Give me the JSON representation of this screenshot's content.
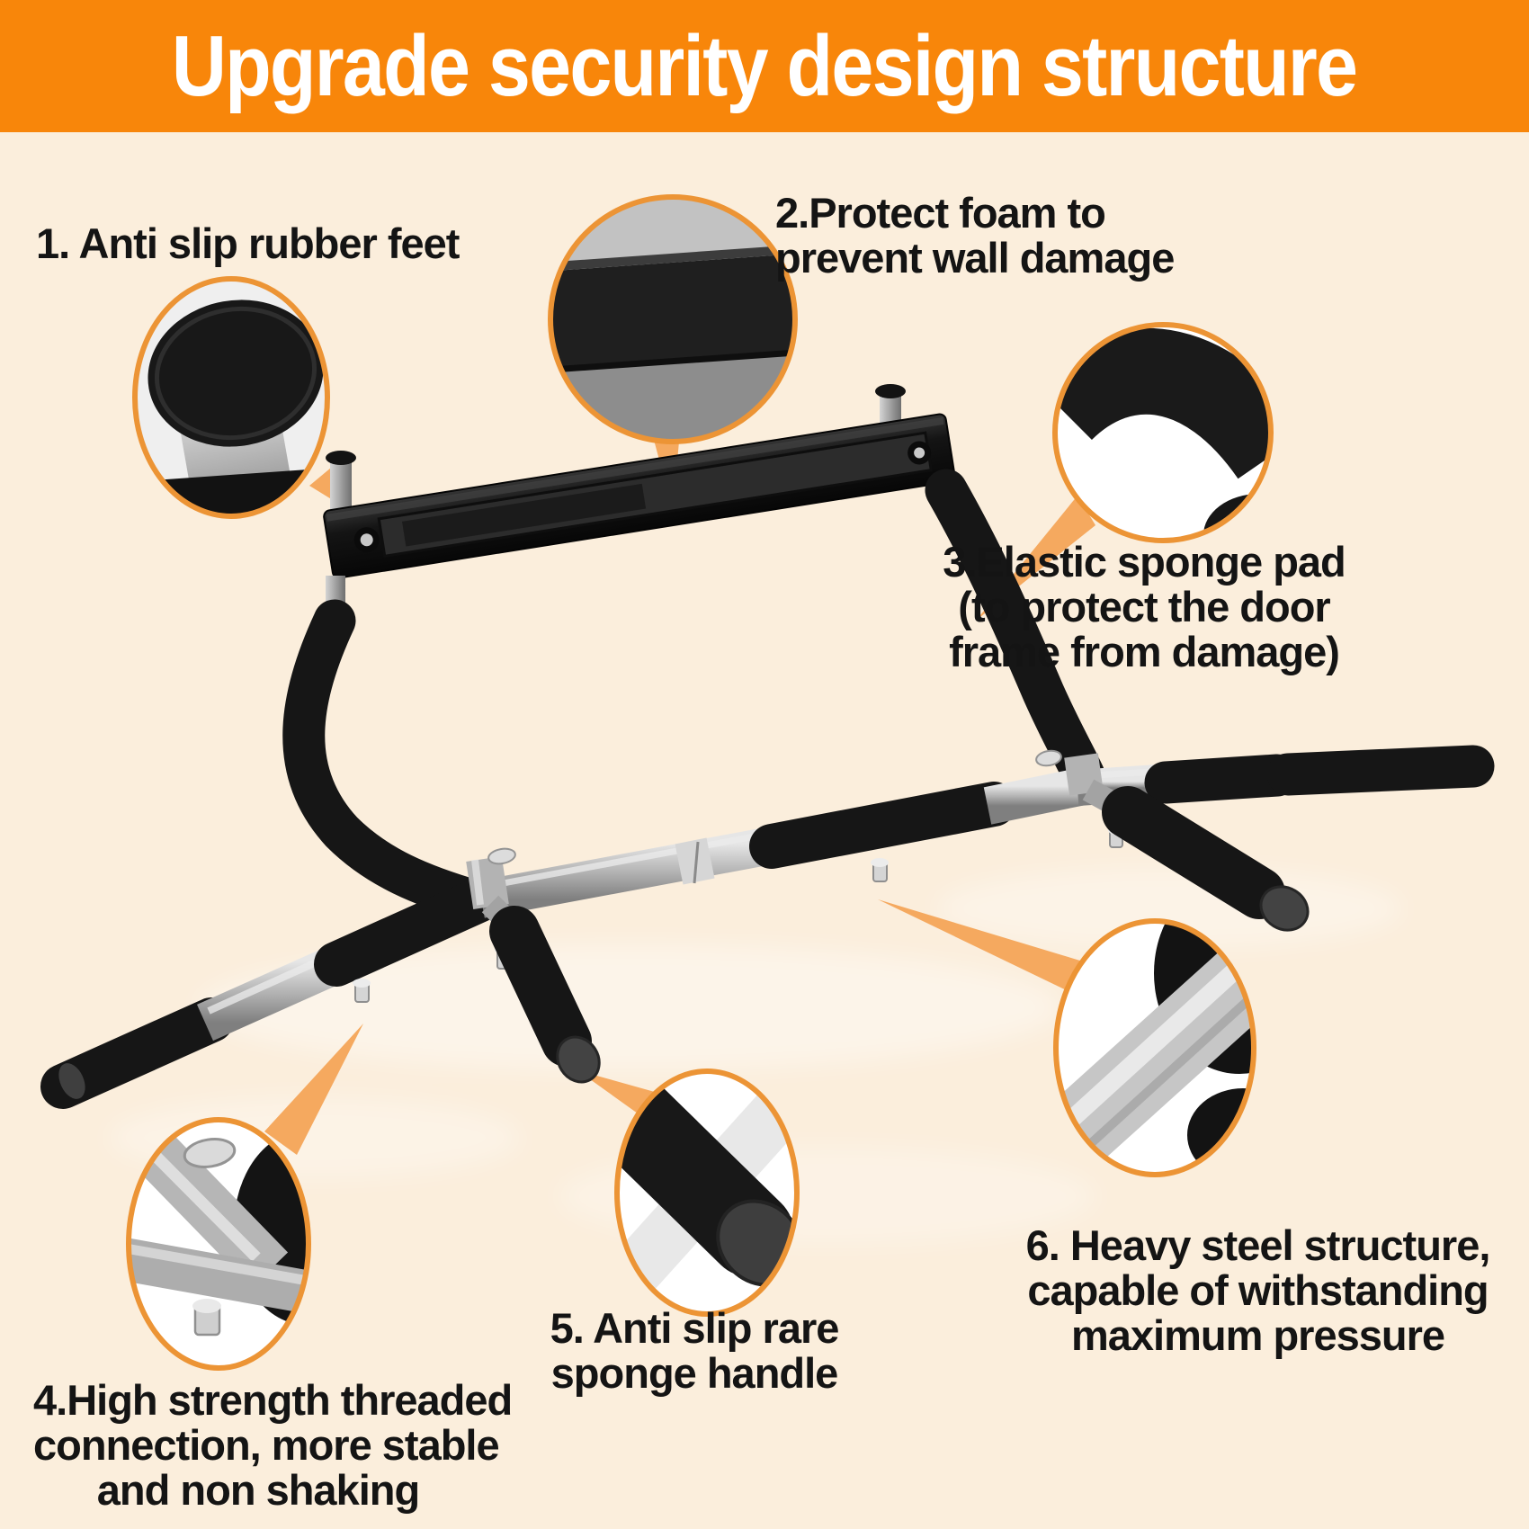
{
  "header": {
    "title": "Upgrade security design structure"
  },
  "colors": {
    "banner_bg": "#F8860A",
    "banner_text": "#FFFFFF",
    "page_bg": "#FBEEDC",
    "ring": "#EC9435",
    "leader": "#F5A95F",
    "label_ink": "#141414",
    "foam": "#161616",
    "steel_mid": "#B4B4B4"
  },
  "callouts": [
    {
      "number": "1",
      "feature": "anti-slip-rubber-feet",
      "lines": [
        "1. Anti slip rubber feet"
      ]
    },
    {
      "number": "2",
      "feature": "protective-foam",
      "lines": [
        "2.Protect foam to",
        "prevent wall damage"
      ]
    },
    {
      "number": "3",
      "feature": "elastic-sponge-pad",
      "lines": [
        "3.Elastic sponge pad",
        "(to protect the door",
        "frame from damage)"
      ]
    },
    {
      "number": "4",
      "feature": "threaded-connection",
      "lines": [
        "4.High strength threaded",
        "connection, more stable",
        "and non shaking"
      ]
    },
    {
      "number": "5",
      "feature": "sponge-handle",
      "lines": [
        "5. Anti slip rare",
        "sponge handle"
      ]
    },
    {
      "number": "6",
      "feature": "heavy-steel-structure",
      "lines": [
        "6. Heavy steel structure,",
        "capable of withstanding",
        "maximum pressure"
      ]
    }
  ]
}
